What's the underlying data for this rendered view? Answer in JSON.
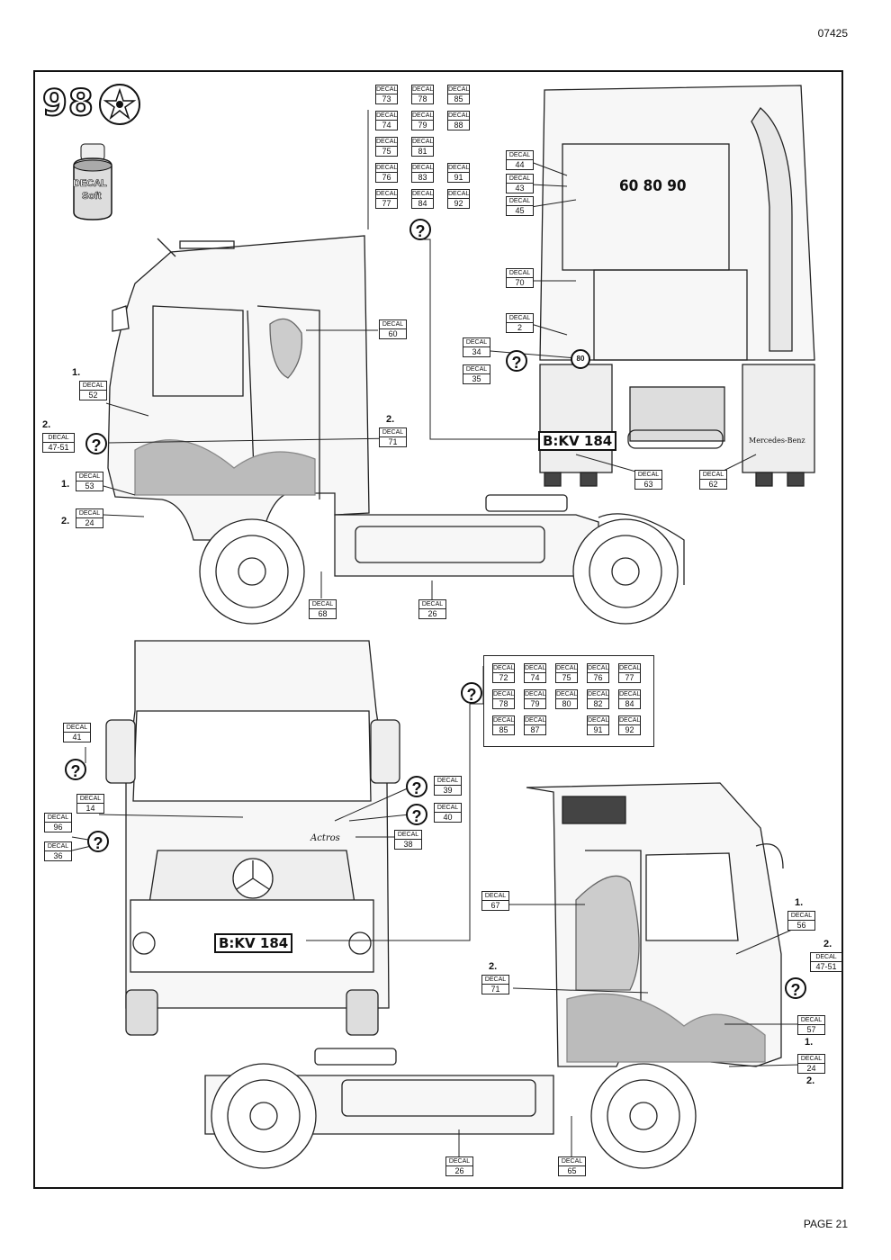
{
  "header": {
    "code": "07425"
  },
  "footer": {
    "page": "PAGE 21"
  },
  "step": {
    "number": "98"
  },
  "bottle": {
    "label_top": "DECAL",
    "label_bottom": "Soft"
  },
  "decal_word": "DECAL",
  "plates": {
    "rear": "B:KV 184",
    "front": "B:KV 184"
  },
  "speed_text": "60 80 90",
  "sign_text": "80",
  "brand_text": "Mercedes-Benz",
  "model_text": "Actros",
  "table_top": [
    [
      "73",
      "78",
      "85"
    ],
    [
      "74",
      "79",
      "88"
    ],
    [
      "75",
      "81",
      ""
    ],
    [
      "76",
      "83",
      "91"
    ],
    [
      "77",
      "84",
      "92"
    ]
  ],
  "table_mid": [
    [
      "72",
      "74",
      "75",
      "76",
      "77"
    ],
    [
      "78",
      "79",
      "80",
      "82",
      "84"
    ],
    [
      "85",
      "87",
      "",
      "91",
      "92"
    ]
  ],
  "callouts": [
    {
      "id": "c60",
      "num": "60",
      "step": ""
    },
    {
      "id": "c52",
      "num": "52",
      "step": "1."
    },
    {
      "id": "c47a",
      "num": "47-51",
      "step": "2."
    },
    {
      "id": "c71a",
      "num": "71",
      "step": "2."
    },
    {
      "id": "c53",
      "num": "53",
      "step": "1."
    },
    {
      "id": "c24a",
      "num": "24",
      "step": "2."
    },
    {
      "id": "c68",
      "num": "68",
      "step": ""
    },
    {
      "id": "c26a",
      "num": "26",
      "step": ""
    },
    {
      "id": "c44",
      "num": "44",
      "step": ""
    },
    {
      "id": "c43",
      "num": "43",
      "step": ""
    },
    {
      "id": "c45",
      "num": "45",
      "step": ""
    },
    {
      "id": "c70",
      "num": "70",
      "step": ""
    },
    {
      "id": "c2",
      "num": "2",
      "step": ""
    },
    {
      "id": "c34",
      "num": "34",
      "step": ""
    },
    {
      "id": "c35",
      "num": "35",
      "step": ""
    },
    {
      "id": "c63",
      "num": "63",
      "step": ""
    },
    {
      "id": "c62",
      "num": "62",
      "step": ""
    },
    {
      "id": "c41",
      "num": "41",
      "step": ""
    },
    {
      "id": "c14",
      "num": "14",
      "step": ""
    },
    {
      "id": "c96",
      "num": "96",
      "step": ""
    },
    {
      "id": "c36",
      "num": "36",
      "step": ""
    },
    {
      "id": "c39",
      "num": "39",
      "step": ""
    },
    {
      "id": "c40",
      "num": "40",
      "step": ""
    },
    {
      "id": "c38",
      "num": "38",
      "step": ""
    },
    {
      "id": "c67",
      "num": "67",
      "step": ""
    },
    {
      "id": "c56",
      "num": "56",
      "step": "1."
    },
    {
      "id": "c47b",
      "num": "47-51",
      "step": "2."
    },
    {
      "id": "c71b",
      "num": "71",
      "step": "2."
    },
    {
      "id": "c57",
      "num": "57",
      "step": "1."
    },
    {
      "id": "c24b",
      "num": "24",
      "step": "2."
    },
    {
      "id": "c26b",
      "num": "26",
      "step": ""
    },
    {
      "id": "c65",
      "num": "65",
      "step": ""
    }
  ]
}
